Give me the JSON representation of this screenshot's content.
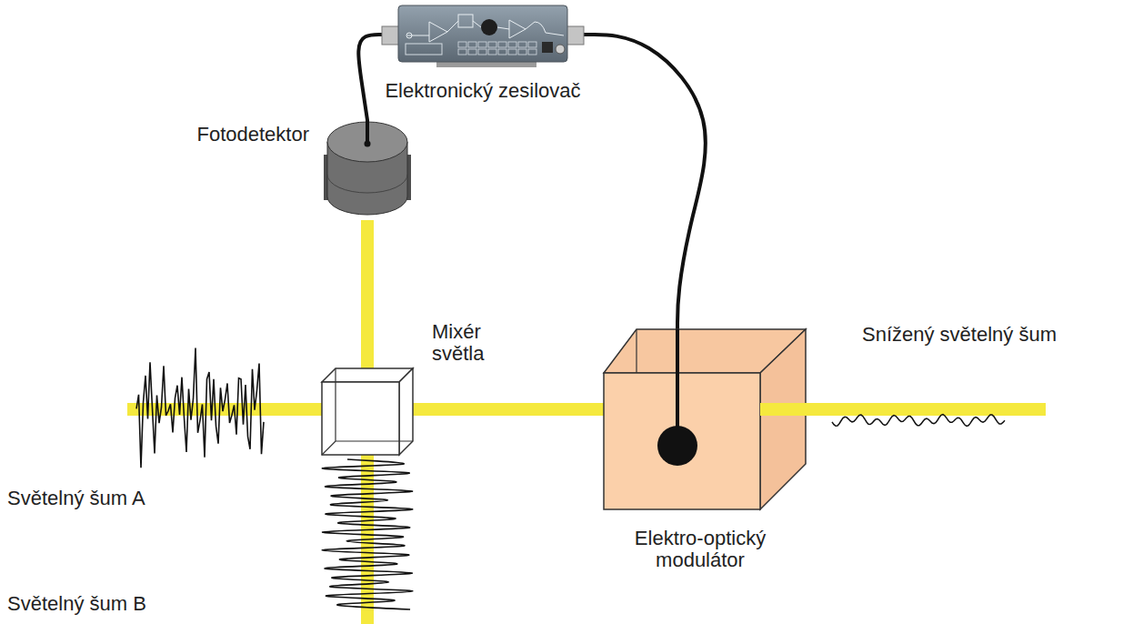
{
  "diagram": {
    "nodes": [
      {
        "text": [
          "Elektronický zesilovač"
        ]
      },
      {
        "text": [
          "Fotodetektor"
        ]
      },
      {
        "text": [
          "Mixér světla"
        ]
      },
      {
        "text": [
          "Elektro-optický modulátor"
        ]
      }
    ],
    "edges": [
      {
        "from": 1,
        "to": 0,
        "arrow": "none"
      },
      {
        "from": 0,
        "to": 3,
        "arrow": "none"
      },
      {
        "from": 2,
        "to": 1,
        "arrow": "none"
      },
      {
        "from": 2,
        "to": 3,
        "arrow": "none"
      }
    ],
    "labels": [
      "Světelný šum A",
      "Světelný šum B",
      "Snížený světelný šum"
    ]
  }
}
